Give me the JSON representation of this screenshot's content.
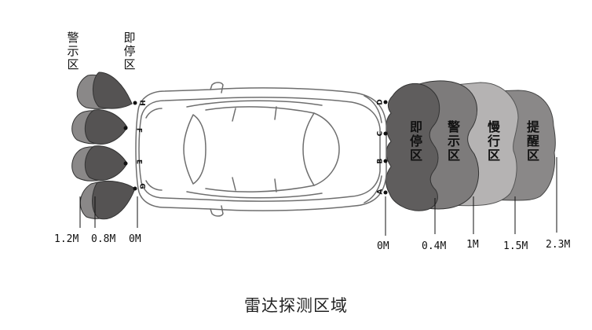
{
  "title": "雷达探测区域",
  "rear": {
    "zone_warning": "警示区",
    "zone_stop": "即停区",
    "distances": [
      "1.2M",
      "0.8M",
      "0M"
    ]
  },
  "front": {
    "zones": [
      "即停区",
      "警示区",
      "慢行区",
      "提醒区"
    ],
    "distances": [
      "0M",
      "0.4M",
      "1M",
      "1.5M",
      "2.3M"
    ]
  },
  "sensors": {
    "front": [
      "D",
      "C",
      "B",
      "A"
    ],
    "rear": [
      "H",
      "F",
      "E",
      "G"
    ]
  },
  "colors": {
    "zone_stop": "#5f5d5d",
    "zone_warning": "#7d7b7b",
    "zone_slow": "#b5b3b3",
    "zone_remind": "#8a8888",
    "rear_blob_dark": "#555353",
    "rear_blob_light": "#8a8888"
  }
}
